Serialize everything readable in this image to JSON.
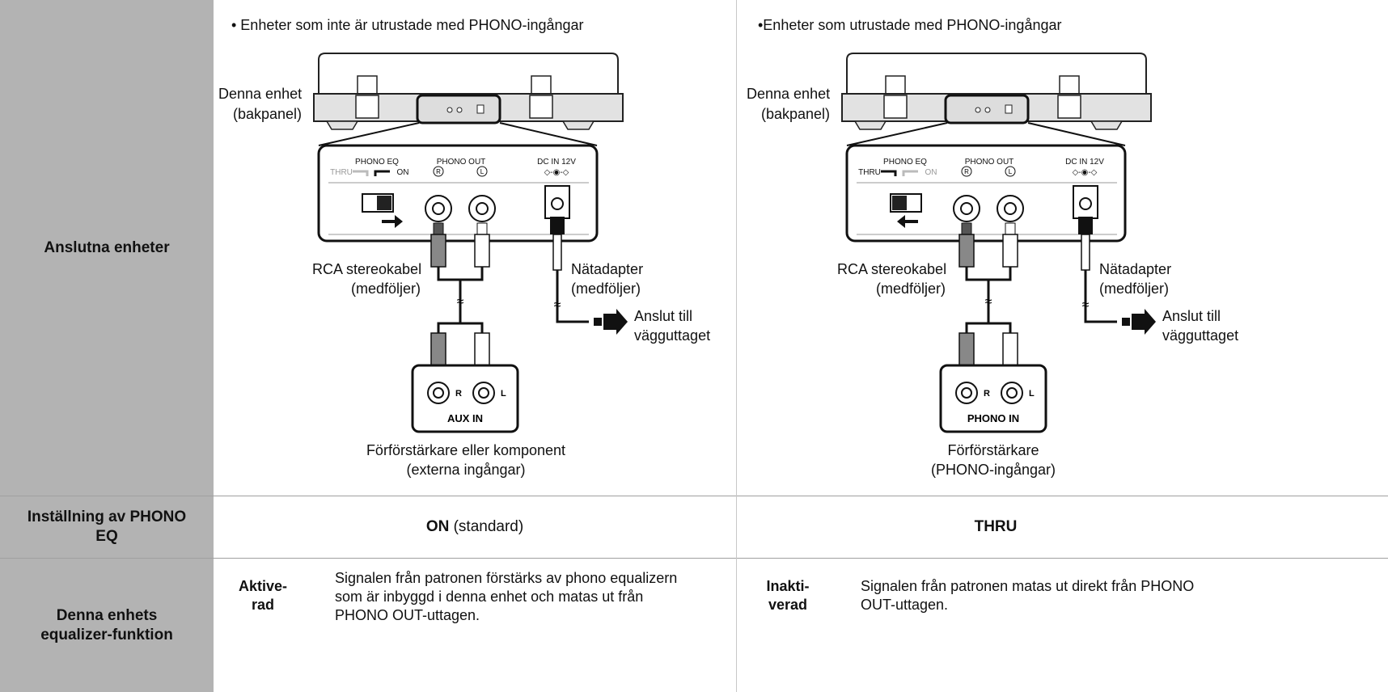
{
  "rows": {
    "connected": "Anslutna enheter",
    "eq_setting": "Inställning av PHONO EQ",
    "eq_function": "Denna enhets equalizer-funktion"
  },
  "left": {
    "heading": "• Enheter som inte är utrustade med PHONO-ingångar",
    "unit_label": "Denna enhet",
    "unit_sub": "(bakpanel)",
    "panel": {
      "phono_eq": "PHONO EQ",
      "thru": "THRU",
      "on": "ON",
      "phono_out": "PHONO OUT",
      "dc_in": "DC IN 12V",
      "r": "R",
      "l": "L"
    },
    "rca_label": "RCA stereokabel",
    "rca_sub": "(medföljer)",
    "adapter_label": "Nätadapter",
    "adapter_sub": "(medföljer)",
    "outlet_1": "Anslut till",
    "outlet_2": "vägguttaget",
    "jack_r": "R",
    "jack_l": "L",
    "input_name": "AUX IN",
    "device_1": "Förförstärkare eller komponent",
    "device_2": "(externa ingångar)",
    "setting_bold": "ON",
    "setting_rest": " (standard)",
    "status_1": "Aktive-",
    "status_2": "rad",
    "desc_1": "Signalen från patronen förstärks av phono equalizern",
    "desc_2": "som är inbyggd i denna enhet och matas ut från",
    "desc_3": "PHONO OUT-uttagen."
  },
  "right": {
    "heading": "•Enheter som utrustade med PHONO-ingångar",
    "unit_label": "Denna enhet",
    "unit_sub": "(bakpanel)",
    "panel": {
      "phono_eq": "PHONO EQ",
      "thru": "THRU",
      "on": "ON",
      "phono_out": "PHONO OUT",
      "dc_in": "DC IN 12V",
      "r": "R",
      "l": "L"
    },
    "rca_label": "RCA stereokabel",
    "rca_sub": "(medföljer)",
    "adapter_label": "Nätadapter",
    "adapter_sub": "(medföljer)",
    "outlet_1": "Anslut till",
    "outlet_2": "vägguttaget",
    "jack_r": "R",
    "jack_l": "L",
    "input_name": "PHONO IN",
    "device_1": "Förförstärkare",
    "device_2": "(PHONO-ingångar)",
    "setting_bold": "THRU",
    "status_1": "Inakti-",
    "status_2": "verad",
    "desc_1": "Signalen från patronen matas ut direkt från PHONO",
    "desc_2": "OUT-uttagen."
  }
}
